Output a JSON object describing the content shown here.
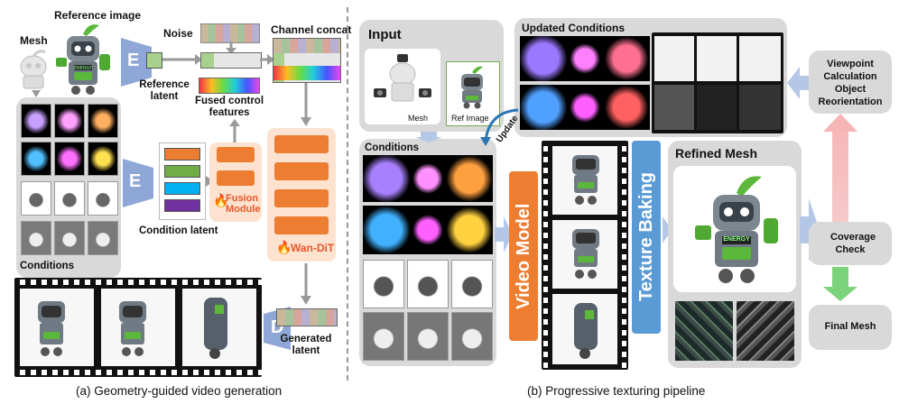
{
  "labels": {
    "mesh": "Mesh",
    "reference_image": "Reference image",
    "noise": "Noise",
    "channel_concat": "Channel concat",
    "reference_latent": "Reference latent",
    "fused_control_features": "Fused control features",
    "condition_latent": "Condition latent",
    "fusion_module": "Fusion Module",
    "wan_dit": "Wan-DiT",
    "conditions_left": "Conditions",
    "generated_latent": "Generated latent",
    "encoder_e": "E",
    "decoder_d": "D",
    "input": "Input",
    "input_mesh": "Mesh",
    "ref_image": "Ref Image",
    "updated_conditions": "Updated Conditions",
    "conditions_right": "Conditions",
    "update": "Update",
    "video_model": "Video Model",
    "texture_baking": "Texture Baking",
    "refined_mesh": "Refined Mesh",
    "viewpoint": "Viewpoint Calculation Object Reorientation",
    "coverage_check": "Coverage Check",
    "final_mesh": "Final Mesh",
    "energy": "ENERGY"
  },
  "captions": {
    "a": "(a) Geometry-guided video generation",
    "b": "(b) Progressive texturing pipeline"
  },
  "colors": {
    "orange": "#ed7d31",
    "blue_block": "#4f81bd",
    "encoder_blue": "#8fa7d6",
    "panel_grey": "#d9d9d9",
    "peach_panel": "#fde3cf",
    "green_arrow": "#7bd37b",
    "pink_arrow": "#f6b6b6"
  }
}
